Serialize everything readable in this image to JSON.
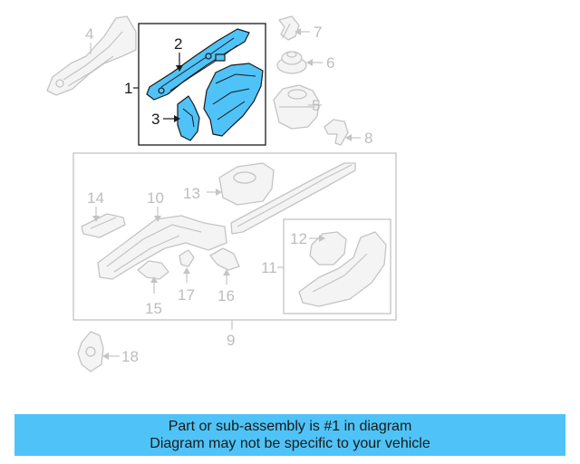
{
  "diagram": {
    "callouts": [
      "1",
      "2",
      "3",
      "4",
      "5",
      "6",
      "7",
      "8",
      "9",
      "10",
      "11",
      "12",
      "13",
      "14",
      "15",
      "16",
      "17",
      "18"
    ],
    "highlighted_part": "1"
  },
  "banner": {
    "line1": "Part or sub-assembly is #1 in diagram",
    "line2": "Diagram may not be specific to your vehicle"
  },
  "colors": {
    "highlight": "#4fc3f7",
    "ghost_stroke": "#c4c4c4",
    "outline": "#1a1a1a"
  }
}
